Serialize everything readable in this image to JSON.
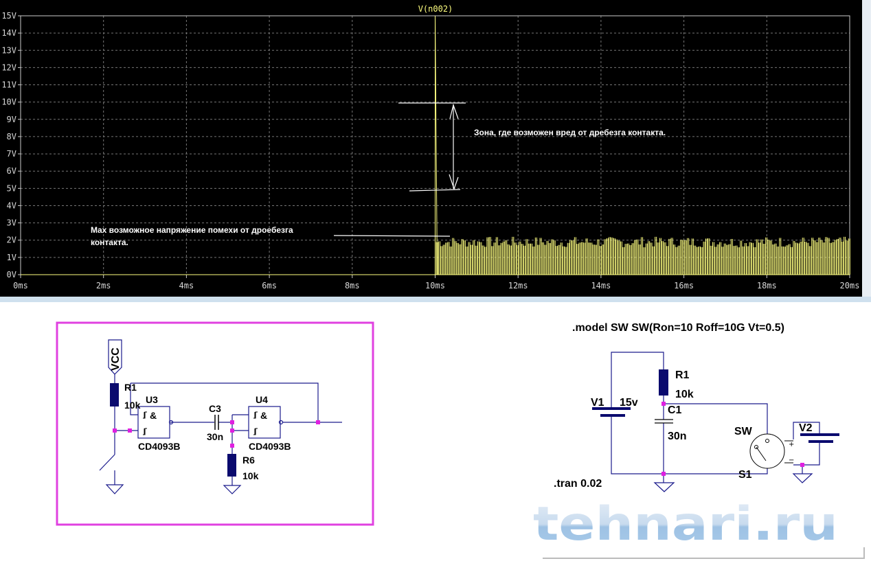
{
  "chart_data": {
    "type": "line",
    "title": "V(n002)",
    "xlabel": "",
    "ylabel": "",
    "x_ticks": [
      "0ms",
      "2ms",
      "4ms",
      "6ms",
      "8ms",
      "10ms",
      "12ms",
      "14ms",
      "16ms",
      "18ms",
      "20ms"
    ],
    "y_ticks": [
      "0V",
      "1V",
      "2V",
      "3V",
      "4V",
      "5V",
      "6V",
      "7V",
      "8V",
      "9V",
      "10V",
      "11V",
      "12V",
      "13V",
      "14V",
      "15V"
    ],
    "xlim_ms": [
      0,
      20
    ],
    "ylim_v": [
      0,
      15
    ],
    "grid": true,
    "series": [
      {
        "name": "V(n002)",
        "color": "#ffff80",
        "description_points": [
          {
            "t_ms": 0,
            "v": 0
          },
          {
            "t_ms": 10,
            "v": 0
          },
          {
            "t_ms": 10,
            "v": 15
          },
          {
            "t_ms": 10.05,
            "v": 0
          }
        ],
        "bounce_region": {
          "start_ms": 10,
          "end_ms": 20,
          "min_v": 0,
          "max_v": 2.2,
          "pulse_count": 180
        }
      }
    ],
    "annotations": {
      "zone_text": "Зона, где возможен вред от дребезга контакта.",
      "zone_range_v": [
        4.9,
        9.9
      ],
      "max_text_line1": "Max возможное напряжение  помехи от дроебезга",
      "max_text_line2": "контакта.",
      "max_level_v": 2.2
    }
  },
  "schematic_left": {
    "vcc": "VCC",
    "r1_name": "R1",
    "r1_value": "10k",
    "u3_name": "U3",
    "u3_part": "CD4093B",
    "c3_name": "C3",
    "c3_value": "30n",
    "u4_name": "U4",
    "u4_part": "CD4093B",
    "r6_name": "R6",
    "r6_value": "10k",
    "gate_symbol": "&"
  },
  "schematic_right": {
    "model": ".model SW SW(Ron=10 Roff=10G Vt=0.5)",
    "v1_name": "V1",
    "v1_value": "15v",
    "r1_name": "R1",
    "r1_value": "10k",
    "c1_name": "C1",
    "c1_value": "30n",
    "sw_model": "SW",
    "s1_name": "S1",
    "v2_name": "V2",
    "tran": ".tran 0.02",
    "plus": "+",
    "minus": "−"
  },
  "watermark": "tehnari.ru"
}
